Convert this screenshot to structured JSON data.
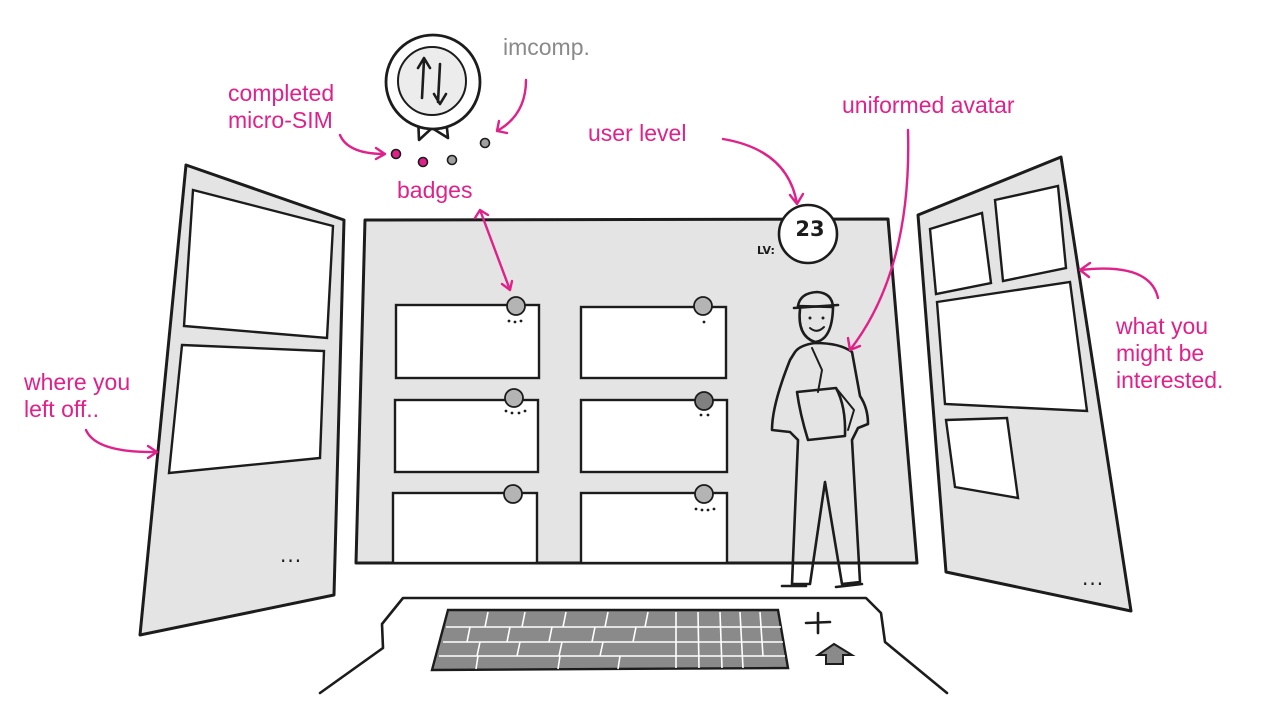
{
  "annotations": {
    "imcomp": "imcomp.",
    "completed": [
      "completed",
      "micro-SIM"
    ],
    "badges": "badges",
    "user_level": "user level",
    "uniformed_avatar": "uniformed avatar",
    "where_left_off": [
      "where you",
      "left off.."
    ],
    "interested": [
      "what you",
      "might be",
      "interested."
    ]
  },
  "level": {
    "label": "LV:",
    "value": "23"
  },
  "panels": {
    "left_more": "...",
    "right_more": "..."
  },
  "colors": {
    "accent": "#e0218a",
    "panel": "#e4e4e4",
    "ink": "#1c1c1c",
    "muted": "#8a8a8a"
  },
  "icons": [
    "swap-arrows-badge-icon",
    "cursor-arrow-icon",
    "plus-icon"
  ]
}
